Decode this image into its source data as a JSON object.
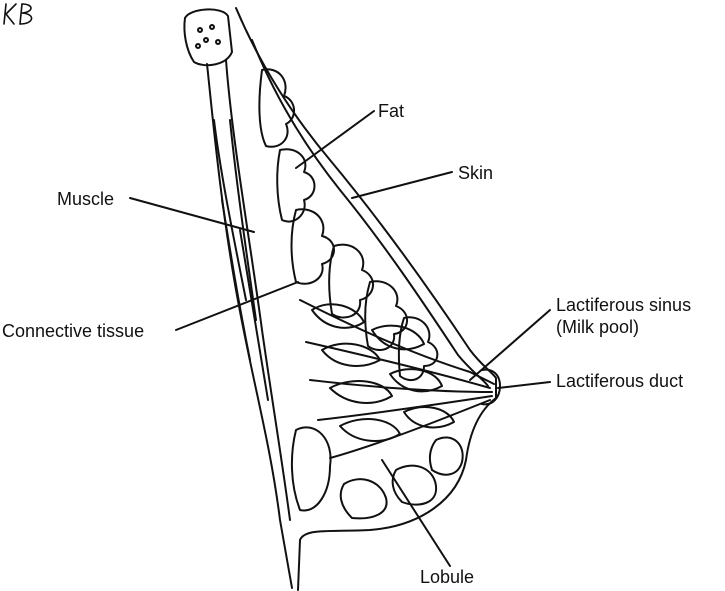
{
  "labels": {
    "fat": "Fat",
    "skin": "Skin",
    "muscle": "Muscle",
    "connective_tissue": "Connective tissue",
    "lactiferous_sinus_line1": "Lactiferous sinus",
    "lactiferous_sinus_line2": "(Milk pool)",
    "lactiferous_duct": "Lactiferous duct",
    "lobule": "Lobule"
  },
  "signature_text": "KB",
  "colors": {
    "ink": "#111111",
    "background": "#ffffff"
  }
}
